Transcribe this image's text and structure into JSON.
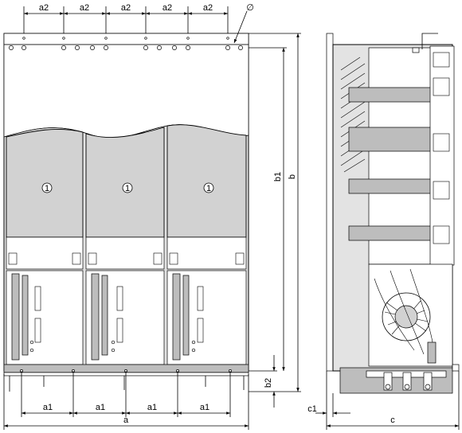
{
  "dimensions": {
    "a": "a",
    "a1": "a1",
    "a2": "a2",
    "b": "b",
    "b1": "b1",
    "b2": "b2",
    "c": "c",
    "c1": "c1",
    "hole_diameter": "∅"
  },
  "callouts": {
    "module_number": "1"
  }
}
